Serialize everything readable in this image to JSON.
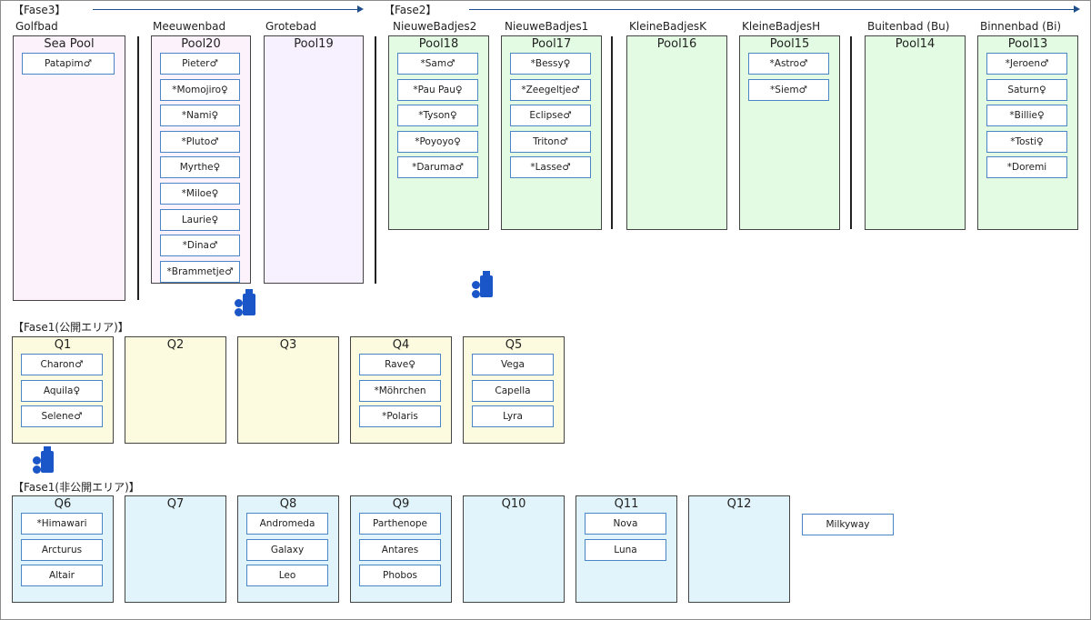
{
  "colors": {
    "pink": "#fcf2fb",
    "lavender": "#f6f0ff",
    "green": "#e3fbe3",
    "yellow": "#fcfbe0",
    "blue": "#e2f4fb",
    "box_border": "#4a86c5",
    "arrow": "#1f4f8a",
    "camera": "#1a56c8"
  },
  "icons": {
    "camera": "camera-icon"
  },
  "phases": {
    "fase3": "【Fase3】",
    "fase2": "【Fase2】",
    "fase1_public": "【Fase1(公開エリア)】",
    "fase1_private": "【Fase1(非公開エリア)】"
  },
  "groups": {
    "golfbad": "Golfbad",
    "meeuwenbad": "Meeuwenbad",
    "grotebad": "Grotebad",
    "nieuwebadjes2": "NieuweBadjes2",
    "nieuwebadjes1": "NieuweBadjes1",
    "kleinebadjesk": "KleineBadjesK",
    "kleinebadjesh": "KleineBadjesH",
    "buitenbad": "Buitenbad (Bu)",
    "binnenbad": "Binnenbad (Bi)"
  },
  "pools": {
    "sea_pool": {
      "title": "Sea Pool",
      "animals": [
        "Patapim♂"
      ]
    },
    "pool20": {
      "title": "Pool20",
      "animals": [
        "Pieter♂",
        "*Momojiro♀",
        "*Nami♀",
        "*Pluto♂",
        "Myrthe♀",
        "*Miloe♀",
        "Laurie♀",
        "*Dina♂",
        "*Brammetje♂"
      ]
    },
    "pool19": {
      "title": "Pool19",
      "animals": []
    },
    "pool18": {
      "title": "Pool18",
      "animals": [
        "*Sam♂",
        "*Pau Pau♀",
        "*Tyson♀",
        "*Poyoyo♀",
        "*Daruma♂"
      ]
    },
    "pool17": {
      "title": "Pool17",
      "animals": [
        "*Bessy♀",
        "*Zeegeltje♂",
        "Eclipse♂",
        "Triton♂",
        "*Lasse♂"
      ]
    },
    "pool16": {
      "title": "Pool16",
      "animals": []
    },
    "pool15": {
      "title": "Pool15",
      "animals": [
        "*Astro♂",
        "*Siem♂"
      ]
    },
    "pool14": {
      "title": "Pool14",
      "animals": []
    },
    "pool13": {
      "title": "Pool13",
      "animals": [
        "*Jeroen♂",
        "Saturn♀",
        "*Billie♀",
        "*Tosti♀",
        "*Doremi"
      ]
    },
    "q1": {
      "title": "Q1",
      "animals": [
        "Charon♂",
        "Aquila♀",
        "Selene♂"
      ]
    },
    "q2": {
      "title": "Q2",
      "animals": []
    },
    "q3": {
      "title": "Q3",
      "animals": []
    },
    "q4": {
      "title": "Q4",
      "animals": [
        "Rave♀",
        "*Möhrchen",
        "*Polaris"
      ]
    },
    "q5": {
      "title": "Q5",
      "animals": [
        "Vega",
        "Capella",
        "Lyra"
      ]
    },
    "q6": {
      "title": "Q6",
      "animals": [
        "*Himawari",
        "Arcturus",
        "Altair"
      ]
    },
    "q7": {
      "title": "Q7",
      "animals": []
    },
    "q8": {
      "title": "Q8",
      "animals": [
        "Andromeda",
        "Galaxy",
        "Leo"
      ]
    },
    "q9": {
      "title": "Q9",
      "animals": [
        "Parthenope",
        "Antares",
        "Phobos"
      ]
    },
    "q10": {
      "title": "Q10",
      "animals": []
    },
    "q11": {
      "title": "Q11",
      "animals": [
        "Nova",
        "Luna"
      ]
    },
    "q12": {
      "title": "Q12",
      "animals": []
    }
  },
  "standalone": {
    "milkyway": "Milkyway"
  }
}
